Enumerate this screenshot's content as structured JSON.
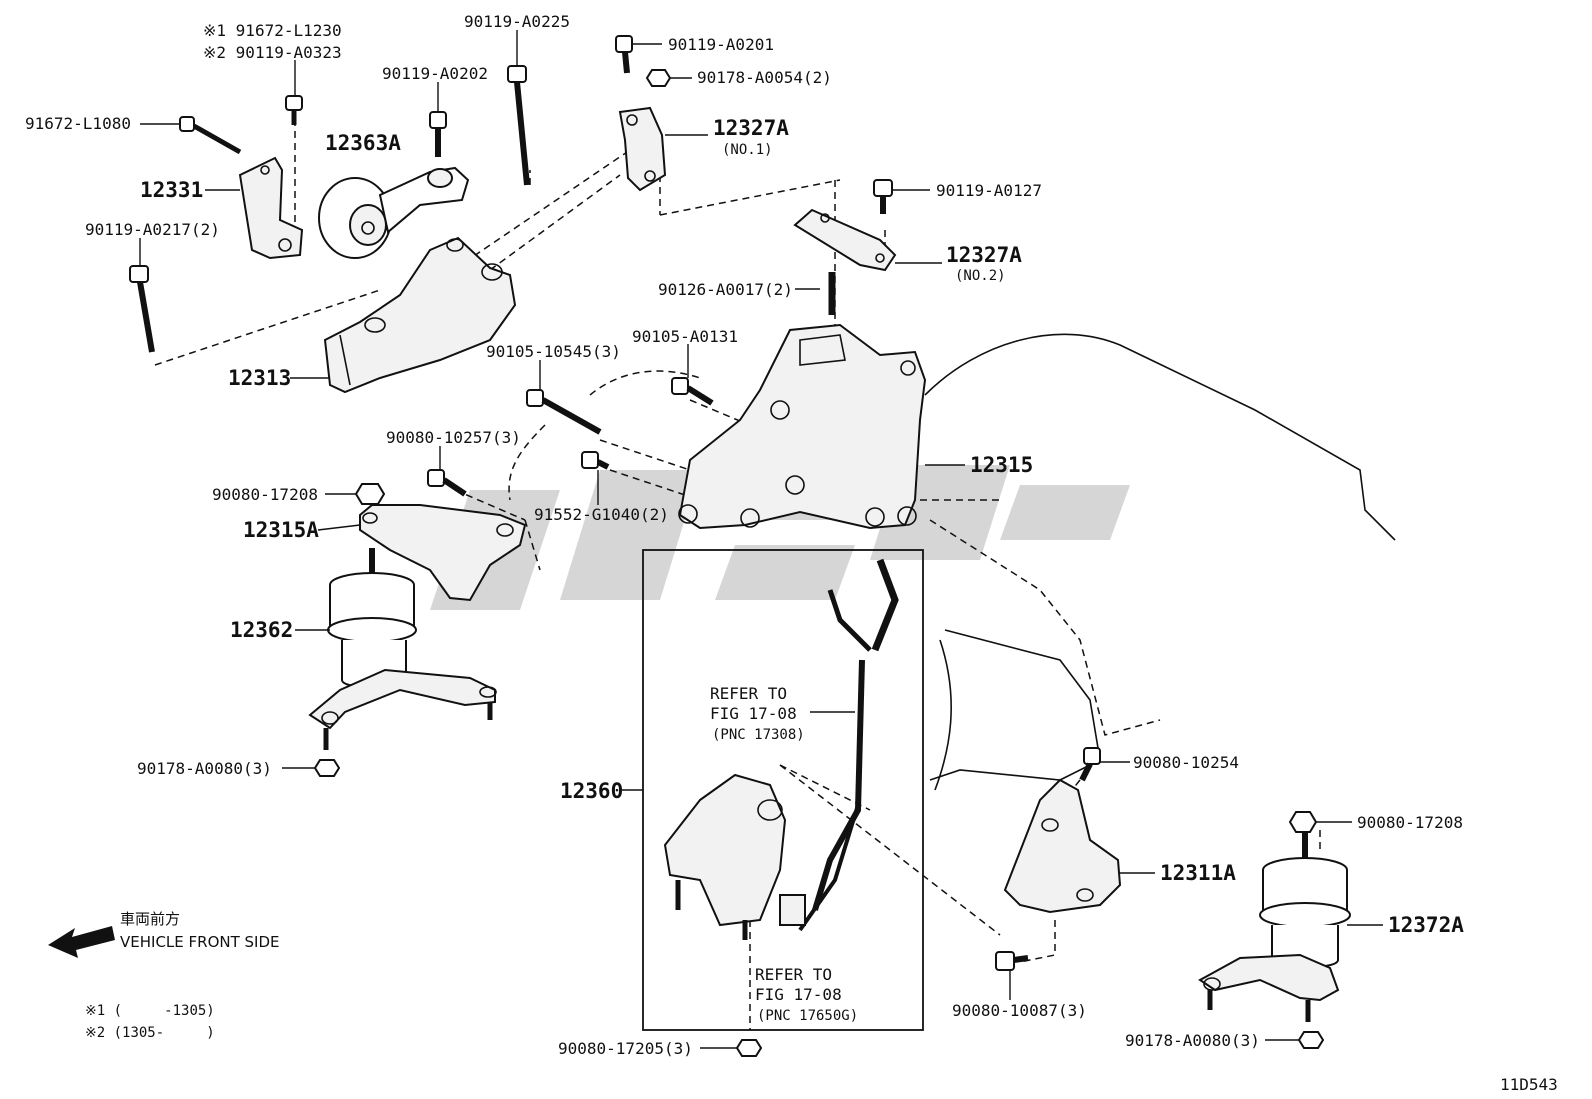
{
  "diagram_id": "11D543",
  "direction": {
    "jp": "車両前方",
    "en": "VEHICLE FRONT SIDE"
  },
  "notes": [
    "※1 (     -1305)",
    "※2 (1305-     )"
  ],
  "labels": {
    "p_91672_L1230": "※1 91672-L1230",
    "p_90119_A0323": "※2 90119-A0323",
    "p_90119_A0225": "90119-A0225",
    "p_90119_A0201": "90119-A0201",
    "p_90178_A0054": "90178-A0054(2)",
    "p_90119_A0202": "90119-A0202",
    "p_91672_L1080": "91672-L1080",
    "p_12363A": "12363A",
    "p_12327A_1": "12327A",
    "p_no1": "(NO.1)",
    "p_12331": "12331",
    "p_90119_A0127": "90119-A0127",
    "p_90119_A0217": "90119-A0217(2)",
    "p_12327A_2": "12327A",
    "p_no2": "(NO.2)",
    "p_90126_A0017": "90126-A0017(2)",
    "p_90105_A0131": "90105-A0131",
    "p_90105_10545": "90105-10545(3)",
    "p_12313": "12313",
    "p_90080_10257": "90080-10257(3)",
    "p_12315": "12315",
    "p_90080_17208_a": "90080-17208",
    "p_91552_G1040": "91552-G1040(2)",
    "p_12315A": "12315A",
    "p_12362": "12362",
    "p_refer1_l1": "REFER TO",
    "p_refer1_l2": "FIG 17-08",
    "p_refer1_l3": "(PNC 17308)",
    "p_90178_A0080_a": "90178-A0080(3)",
    "p_90080_10254": "90080-10254",
    "p_12360": "12360",
    "p_90080_17208_b": "90080-17208",
    "p_12311A": "12311A",
    "p_12372A": "12372A",
    "p_refer2_l1": "REFER TO",
    "p_refer2_l2": "FIG 17-08",
    "p_refer2_l3": "(PNC 17650G)",
    "p_90080_10087": "90080-10087(3)",
    "p_90080_17205": "90080-17205(3)",
    "p_90178_A0080_b": "90178-A0080(3)"
  }
}
